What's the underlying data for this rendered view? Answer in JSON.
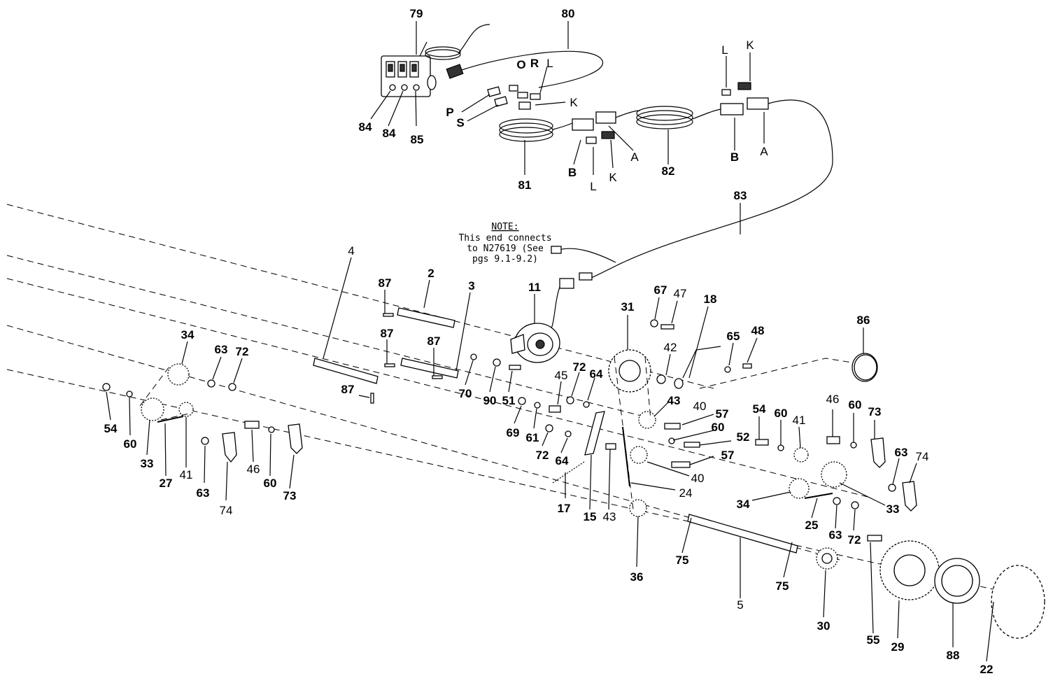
{
  "note": {
    "heading": "NOTE:",
    "lines": [
      "This end connects",
      "to N27619 (See",
      "pgs 9.1-9.2)"
    ]
  },
  "labels": {
    "p79": "79",
    "p80": "80",
    "p81": "81",
    "p82": "82",
    "p83": "83",
    "p84a": "84",
    "p84b": "84",
    "p85": "85",
    "O": "O",
    "R": "R",
    "L1": "L",
    "K1": "K",
    "P": "P",
    "S": "S",
    "B1": "B",
    "L2": "L",
    "K2": "K",
    "A1": "A",
    "L3": "L",
    "K3": "K",
    "B2": "B",
    "A2": "A",
    "p4": "4",
    "p2": "2",
    "p3": "3",
    "p87a": "87",
    "p87b": "87",
    "p87c": "87",
    "p87d": "87",
    "p11": "11",
    "p31": "31",
    "p67": "67",
    "p47": "47",
    "p18": "18",
    "p86": "86",
    "p65": "65",
    "p48": "48",
    "p42": "42",
    "p34a": "34",
    "p63a": "63",
    "p72a": "72",
    "p54a": "54",
    "p60a": "60",
    "p33a": "33",
    "p27": "27",
    "p41a": "41",
    "p63b": "63",
    "p74a": "74",
    "p46a": "46",
    "p60b": "60",
    "p73a": "73",
    "p70": "70",
    "p90": "90",
    "p51": "51",
    "p45": "45",
    "p72b": "72",
    "p64a": "64",
    "p69": "69",
    "p61": "61",
    "p72c": "72",
    "p64b": "64",
    "p43a": "43",
    "p40a": "40",
    "p57a": "57",
    "p60c": "60",
    "p52": "52",
    "p57b": "57",
    "p40b": "40",
    "p17": "17",
    "p15": "15",
    "p43b": "43",
    "p24": "24",
    "p36": "36",
    "p54b": "54",
    "p60d": "60",
    "p41b": "41",
    "p46b": "46",
    "p60e": "60",
    "p73b": "73",
    "p63c": "63",
    "p74b": "74",
    "p34b": "34",
    "p33b": "33",
    "p25": "25",
    "p63d": "63",
    "p72d": "72",
    "p75a": "75",
    "p75b": "75",
    "p5": "5",
    "p30": "30",
    "p55": "55",
    "p29": "29",
    "p88": "88",
    "p22": "22"
  }
}
